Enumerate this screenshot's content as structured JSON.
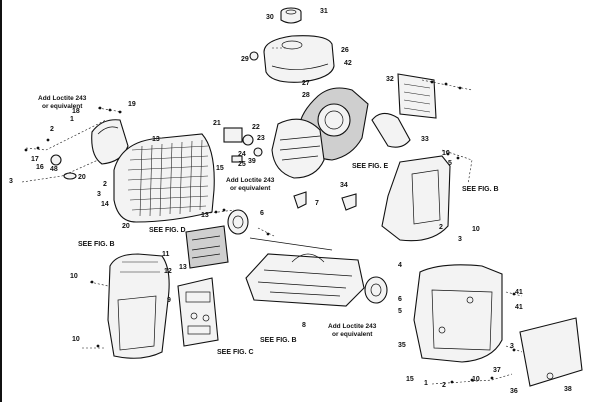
{
  "notes": {
    "loctite_top": [
      "Add Loctite 243",
      "or equivalent"
    ],
    "loctite_mid": [
      "Add Loctite 243",
      "or equivalent"
    ],
    "loctite_bottom": [
      "Add Loctite 243",
      "or equivalent"
    ],
    "see_fig_b_left": "SEE FIG. B",
    "see_fig_b_right": "SEE FIG. B",
    "see_fig_b_base": "SEE FIG. B",
    "see_fig_c": "SEE FIG. C",
    "see_fig_d": "SEE FIG. D",
    "see_fig_e": "SEE FIG. E"
  },
  "callouts": {
    "n30": "30",
    "n31": "31",
    "n26": "26",
    "n42": "42",
    "n29": "29",
    "n27": "27",
    "n28": "28",
    "n32": "32",
    "n33": "33",
    "n21": "21",
    "n22": "22",
    "n23": "23",
    "n24": "24",
    "n25": "25",
    "n39": "39",
    "n1a": "1",
    "n2a": "2",
    "n18": "18",
    "n19": "19",
    "n17": "17",
    "n16": "16",
    "n48": "48",
    "n20a": "20",
    "n3a": "3",
    "n14": "14",
    "n15": "15",
    "n13a": "13",
    "n2b": "2",
    "n3b": "3",
    "n13b": "13",
    "n6a": "6",
    "n34": "34",
    "n7": "7",
    "n10a": "10",
    "n5a": "5",
    "n3c": "3",
    "n10b": "10",
    "n2c": "2",
    "n11": "11",
    "n12": "12",
    "n10c": "10",
    "n13c": "13",
    "n20b": "20",
    "n9": "9",
    "n8": "8",
    "n6b": "6",
    "n5b": "5",
    "n4": "4",
    "n41a": "41",
    "n41b": "41",
    "n35": "35",
    "n37": "37",
    "n36": "36",
    "n38": "38",
    "n15b": "15",
    "n1b": "1",
    "n3d": "3",
    "n10d": "10",
    "n10e": "10",
    "n2d": "2"
  }
}
